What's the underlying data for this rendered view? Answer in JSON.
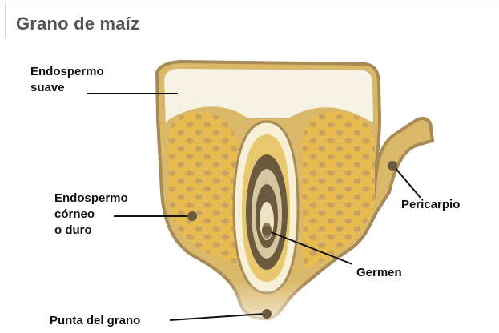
{
  "title": "Grano de maíz",
  "labels": {
    "endospermo_suave": [
      "Endospermo",
      "suave"
    ],
    "endospermo_corneo": [
      "Endospermo",
      "córneo",
      "o duro"
    ],
    "pericarpio": "Pericarpio",
    "germen": "Germen",
    "punta": "Punta del grano"
  },
  "colors": {
    "pericarp": "#a88a55",
    "kernel_fill": "#d9b86a",
    "soft_endosperm": "#f6f2e6",
    "horny_endosperm": "#e6b94c",
    "horny_dots": "#c9a25f",
    "germ_dark": "#6b5a3e",
    "germ_light": "#efe3c4"
  }
}
